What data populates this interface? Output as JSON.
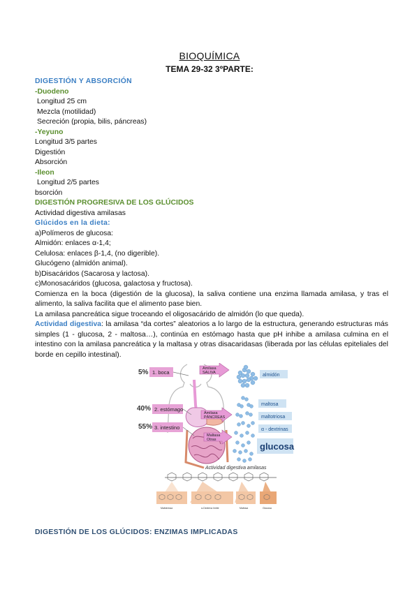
{
  "doc": {
    "title": "BIOQUÍMICA",
    "subtitle": "TEMA 29-32 3ºPARTE:",
    "s1_heading": "DIGESTIÓN Y ABSORCIÓN",
    "duodeno_label": "-Duodeno",
    "duodeno_items": [
      "Longitud 25 cm",
      "Mezcla (motilidad)",
      "Secreción (propia, bilis, páncreas)"
    ],
    "yeyuno_label": "-Yeyuno",
    "yeyuno_items": [
      "Longitud 3/5 partes",
      "Digestión",
      "Absorción"
    ],
    "ileon_label": "-Ileon",
    "ileon_items": [
      "Longitud 2/5 partes",
      "bsorción"
    ],
    "s2_heading": "DIGESTIÓN PROGRESIVA DE LOS GLÚCIDOS",
    "s2_intro": "Actividad digestiva amilasas",
    "dieta_heading": "Glúcidos en la dieta:",
    "dieta_lines": [
      "a)Polímeros de glucosa:",
      "Almidón: enlaces α-1,4;",
      "Celulosa: enlaces β-1,4, (no digerible).",
      "Glucógeno (almidón animal).",
      "b)Disacáridos (Sacarosa y lactosa).",
      "c)Monosacáridos (glucosa, galactosa y fructosa)."
    ],
    "para1": "Comienza en la boca (digestión de la glucosa), la saliva contiene una enzima llamada amilasa, y tras el alimento, la saliva facilita que el alimento pase bien.",
    "para2": "La amilasa pancreática sigue troceando el oligosacárido de almidón (lo que queda).",
    "para3_lead": "Actividad digestiva",
    "para3_text": ": la amilasa “da cortes” aleatorios a lo largo de la estructura, generando estructuras más simples (1 - glucosa, 2 - maltosa…), continúa en estómago hasta que pH inhibe a amilasa culmina en el intestino con la amilasa pancreática y la maltasa y otras disacaridasas (liberada por las células epiteliales del borde en cepillo intestinal).",
    "s3_heading": "DIGESTIÓN DE LOS GLÚCIDOS: ENZIMAS IMPLICADAS"
  },
  "figure": {
    "pct_boca": "5%",
    "label_boca": "1. boca",
    "pct_estomago": "40%",
    "label_estomago": "2. estómago",
    "pct_intestino": "55%",
    "label_intestino": "3. intestino",
    "enzyme_saliva_1": "Amilasa",
    "enzyme_saliva_2": "SALIVA",
    "enzyme_pancreas_1": "Amilasa",
    "enzyme_pancreas_2": "PÁNCREAS",
    "enzyme_maltasa_1": "Maltasa",
    "enzyme_maltasa_2": "Otras",
    "product_almidon": "almidón",
    "product_maltosa": "maltosa",
    "product_maltotriosa": "maltotriosa",
    "product_dextrinas": "α - dextrinas",
    "product_glucosa": "glucosa",
    "caption": "Actividad digestiva amilasas",
    "bottom_label_1": "Maltotriosa",
    "bottom_label_2": "α-Dextrina límite",
    "bottom_label_3": "Maltosa",
    "bottom_label_4": "Glucosa",
    "colors": {
      "pink": "#e79ad6",
      "lightblue": "#cfe3f3",
      "peach": "#f3c7a5",
      "orange": "#e9a776"
    }
  }
}
